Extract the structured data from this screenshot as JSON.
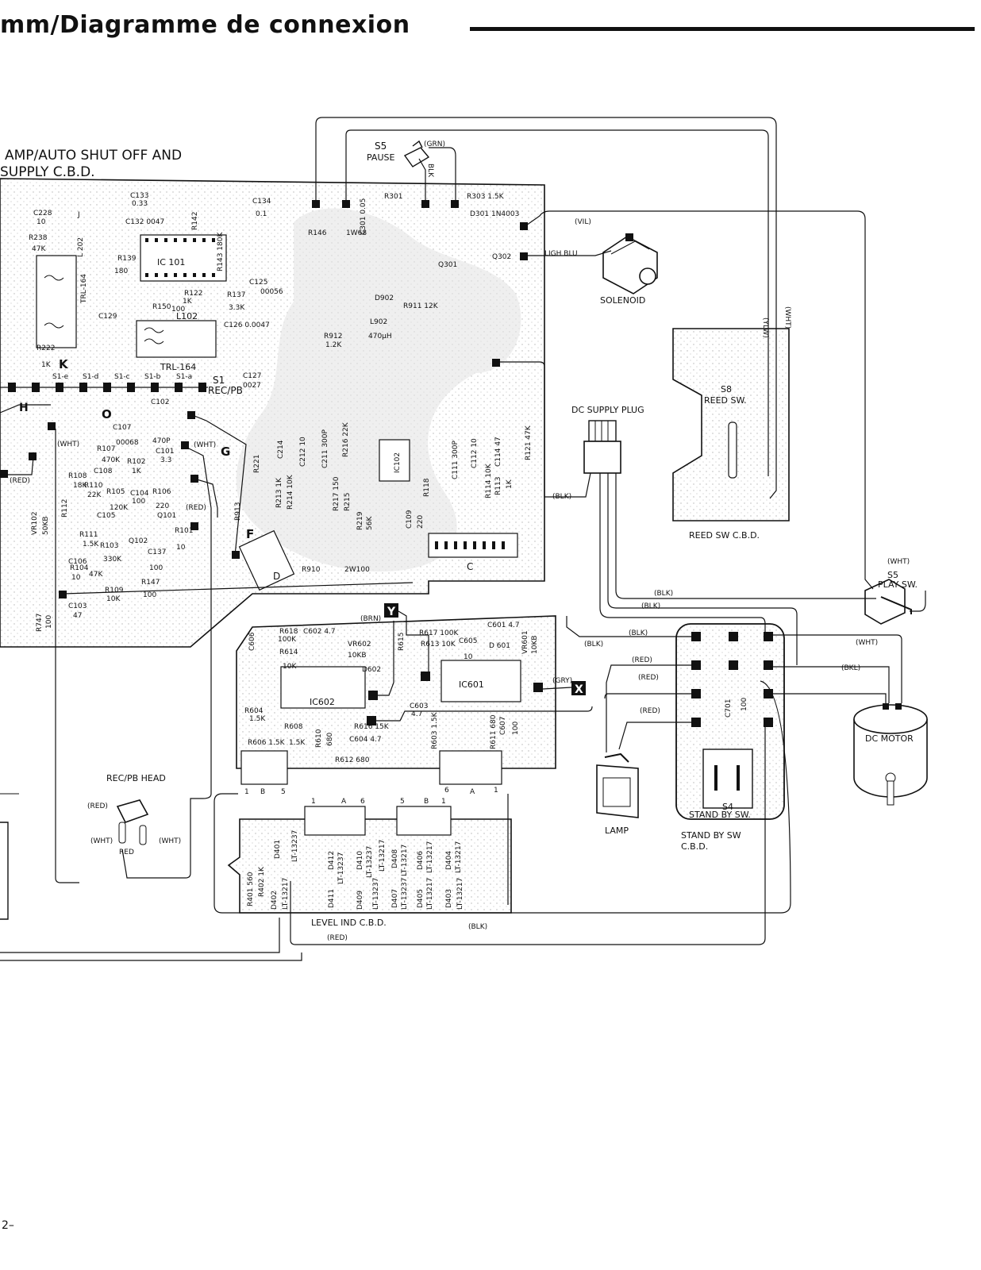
{
  "title": "mm/Diagramme de connexion",
  "page_number": "2–",
  "boards": {
    "main": "AMP/AUTO SHUT OFF AND",
    "main_line2": "SUPPLY C.B.D.",
    "reed": "REED SW C.B.D.",
    "standby_line1": "STAND BY SW",
    "standby_line2": "C.B.D.",
    "level": "LEVEL IND C.B.D."
  },
  "components": {
    "s5_pause_1": "S5",
    "s5_pause_2": "PAUSE",
    "solenoid": "SOLENOID",
    "dc_supply_plug": "DC SUPPLY PLUG",
    "s8_1": "S8",
    "s8_2": "REED SW.",
    "s5_play_1": "S5",
    "s5_play_2": "PLAY SW.",
    "dc_motor": "DC MOTOR",
    "lamp": "LAMP",
    "s4_1": "S4",
    "s4_2": "STAND BY SW.",
    "rec_pb_head": "REC/PB HEAD",
    "s1_1": "S1",
    "s1_2": "REC/PB",
    "ic101": "IC 101",
    "ic102": "IC102",
    "ic601": "IC601",
    "ic602": "IC602",
    "trl164_a": "TRL-164",
    "trl164_b": "TRL-164",
    "l102": "L102",
    "l202": "L 202"
  },
  "wire_labels": {
    "grn": "(GRN)",
    "blk_pause": "BLK",
    "vil": "(VIL)",
    "ligh_blu": "LIGH BLU",
    "ylw": "(YLW)",
    "wht_right": "(WHT)",
    "blk_plug": "(BLK)",
    "blk_1": "(BLK)",
    "blk_2": "(BLK)",
    "blk_3": "(BLK)",
    "blk_4": "(BLK)",
    "wht_play": "(WHT)",
    "wht_motor": "(WHT)",
    "bkl": "(BKL)",
    "red_1": "(RED)",
    "red_2": "(RED)",
    "red_3": "(RED)",
    "blk_bottom": "(BLK)",
    "red_bottom": "(RED)",
    "brn": "(BRN)",
    "gry": "(GRY)",
    "wht_a": "(WHT)",
    "wht_b": "(WHT)",
    "red_left": "(RED)",
    "red_ic": "(RED)",
    "red_head": "(RED)",
    "wht_head_l": "(WHT)",
    "wht_head_r": "(WHT)",
    "red_head2": "RED"
  },
  "markers": {
    "x": "X",
    "y": "Y",
    "k": "K",
    "h": "H",
    "o": "O",
    "g": "G",
    "f": "F",
    "d": "D",
    "c": "C",
    "j": "J"
  },
  "parts": {
    "r301": "R301",
    "r303": "R303 1.5K",
    "d301": "D301 1N4003",
    "r146": "R146",
    "r146v": "1W68",
    "c301": "C301 0.05",
    "q301": "Q301",
    "q302": "Q302",
    "c134": "C134",
    "c134v": "0.1",
    "c133": "C133",
    "c133v": "0.33",
    "c132": "C132 0047",
    "c228": "C228",
    "c228v": "10",
    "r238": "R238",
    "r238v": "47K",
    "r139": "R139",
    "r139v": "180",
    "r122": "R122",
    "r122v": "1K",
    "r150": "R150",
    "r150v": "100",
    "r137": "R137",
    "r137v": "3.3K",
    "r912": "R912",
    "r912v": "1.2K",
    "l902": "L902",
    "l902v": "470μH",
    "r911": "R911 12K",
    "d902": "D902",
    "c125": "C125",
    "c125v": "00056",
    "r143": "R143 180K",
    "r142": "R142",
    "c127": "C127",
    "c127v": "0027",
    "r222": "R222",
    "r222v": "1K",
    "c129": "C129",
    "c126": "C126 0.0047",
    "c107": "C107",
    "c107v": "00068",
    "c102": "C102",
    "c102v": "470P",
    "c101": "C101",
    "c101v": "3.3",
    "r107": "R107",
    "r107v": "470K",
    "r102": "R102",
    "r102v": "1K",
    "c108": "C108",
    "r106": "R106",
    "r106v": "220",
    "r105": "R105",
    "r105v": "120K",
    "c104": "C104",
    "c104v": "100",
    "c105": "C105",
    "q101": "Q101",
    "q102": "Q102",
    "r101": "R101",
    "r101v": "10",
    "r103": "R103",
    "r103v": "330K",
    "r104": "R104",
    "r104v": "47K",
    "c137": "C137",
    "c137v": "100",
    "r147": "R147",
    "r147v": "100",
    "r109": "R109",
    "r109v": "10K",
    "c103": "C103",
    "c103v": "47",
    "c106": "C106",
    "c106v": "10",
    "r108": "R108",
    "r108v": "18K",
    "r110": "R110",
    "r110v": "22K",
    "r112": "R112",
    "r111": "R111",
    "r111v": "1.5K",
    "vr102": "VR102",
    "vr102v": "50KB",
    "r747": "R747",
    "r747v": "100",
    "r910": "R910",
    "r910v": "2W100",
    "r913": "R913",
    "r221": "R221",
    "c214": "C214",
    "c212": "C212 10",
    "c211": "C211 300P",
    "r216": "R216 22K",
    "r217": "R217 150",
    "r215": "R215",
    "r213": "R213 1K",
    "r214": "R214 10K",
    "r219": "R219",
    "r219v": "56K",
    "r118": "R118",
    "c111": "C111 300P",
    "c112": "C112 10",
    "c114": "C114 47",
    "r121": "R121 47K",
    "r113": "R113",
    "r113v": "1K",
    "r114": "R114 10K",
    "c109": "C109",
    "c109v": "220",
    "r618": "R618",
    "r618v": "100K",
    "c602": "C602 4.7",
    "vr602": "VR602",
    "vr602v": "10KB",
    "r617": "R617 100K",
    "r613": "R613 10K",
    "c605": "C605",
    "c605v": "10",
    "c601": "C601 4.7",
    "d601": "D 601",
    "vr601": "VR601",
    "vr601v": "10KB",
    "d602": "D602",
    "c603": "C603",
    "c603v": "4.7",
    "r604": "R604",
    "r604v": "1.5K",
    "r606": "R606 1.5K",
    "r608": "R608",
    "r608v": "1.5K",
    "r610": "R610",
    "r610v": "680",
    "r616": "R616 15K",
    "c604": "C604 4.7",
    "r612": "R612 680",
    "r603": "R603 1.5K",
    "r611": "R611 680",
    "c607": "C607",
    "c607v": "100",
    "c606": "C606",
    "r614": "R614",
    "r614v": "10K",
    "r615": "R615",
    "c701": "C701",
    "c701v": "100",
    "r401": "R401 560",
    "r402": "R402 1K",
    "d401": "D401",
    "d402": "D402",
    "d403": "D403",
    "d404": "D404",
    "d405": "D405",
    "d406": "D406",
    "d407": "D407",
    "d408": "D408",
    "d409": "D409",
    "d410": "D410",
    "d411": "D411",
    "d412": "D412",
    "lt1": "LT-13237",
    "lt2": "LT-13217",
    "lt3": "LT-13237",
    "lt4": "LT-13237",
    "lt5": "LT-13217",
    "lt6": "LT-13217",
    "lt7": "LT-13217",
    "lt8": "LT-13237",
    "lt9": "LT-13237",
    "lt10": "LT-13217",
    "lt11": "LT-13217",
    "lt12": "LT-13217",
    "s1_contacts": [
      "S1-e",
      "S1-d",
      "S1-c",
      "S1-b",
      "S1-a"
    ],
    "conn_b_left": [
      "1",
      "B",
      "5"
    ],
    "conn_a_right": [
      "6",
      "A",
      "1"
    ],
    "conn_a_top": [
      "1",
      "A",
      "6"
    ],
    "conn_b_top": [
      "5",
      "B",
      "1"
    ]
  }
}
